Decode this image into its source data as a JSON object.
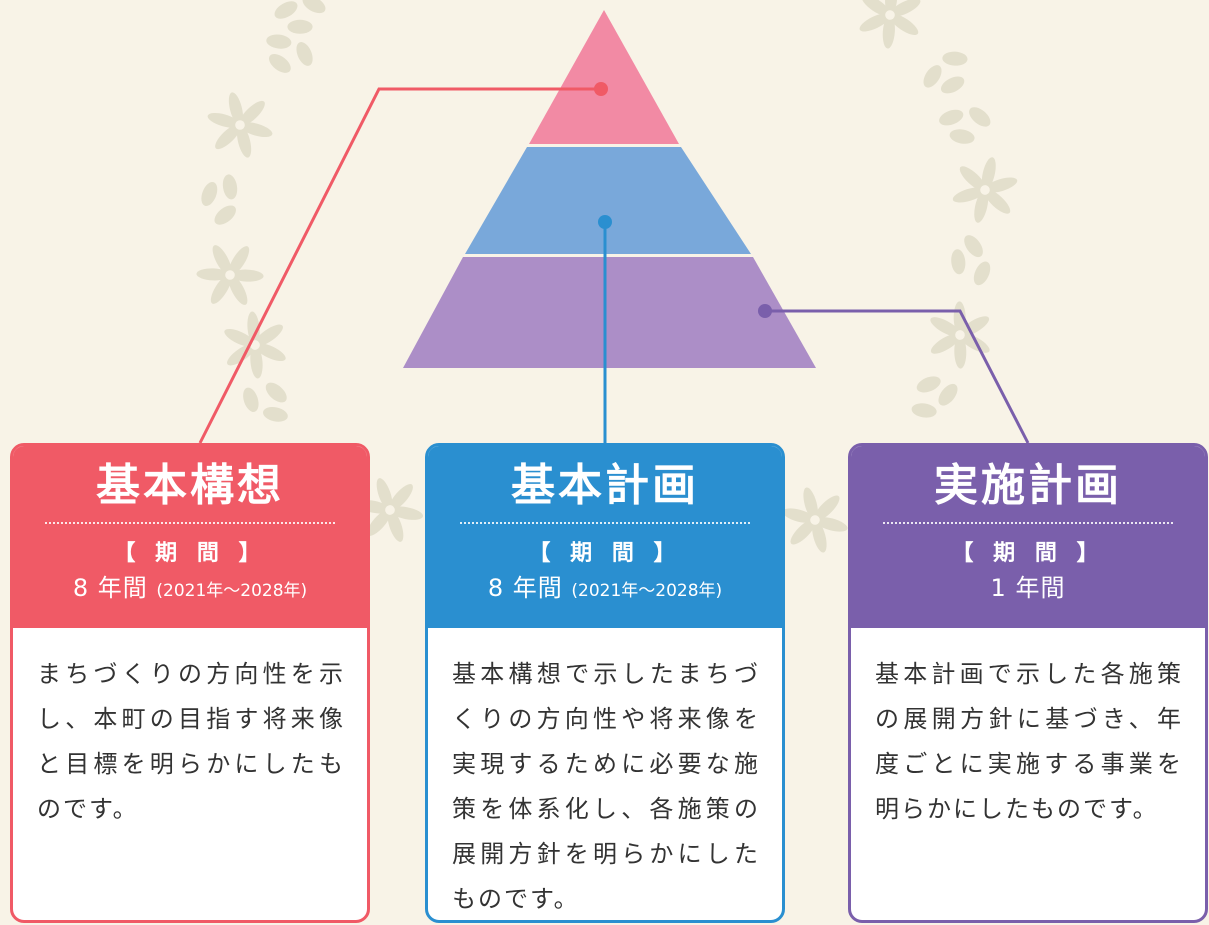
{
  "colors": {
    "background": "#f8f3e7",
    "kihon_kousou": "#f05a66",
    "kihon_keikaku": "#2a8fd0",
    "jisshi_keikaku": "#7a5fab",
    "pyramid_top": "#f28aa4",
    "pyramid_middle": "#79a8da",
    "pyramid_bottom": "#ac8ec7",
    "decoration": "#e3dfcc"
  },
  "cards": [
    {
      "title": "基本構想",
      "period_label": "【 期 間 】",
      "period_value": "8 年間",
      "period_years": "(2021年〜2028年)",
      "description": "まちづくりの方向性を示し、本町の目指す将来像と目標を明らかにしたものです。"
    },
    {
      "title": "基本計画",
      "period_label": "【 期 間 】",
      "period_value": "8 年間",
      "period_years": "(2021年〜2028年)",
      "description": "基本構想で示したまちづくりの方向性や将来像を実現するために必要な施策を体系化し、各施策の展開方針を明らかにしたものです。"
    },
    {
      "title": "実施計画",
      "period_label": "【 期 間 】",
      "period_value": "1 年間",
      "period_years": "",
      "description": "基本計画で示した各施策の展開方針に基づき、年度ごとに実施する事業を明らかにしたものです。"
    }
  ]
}
